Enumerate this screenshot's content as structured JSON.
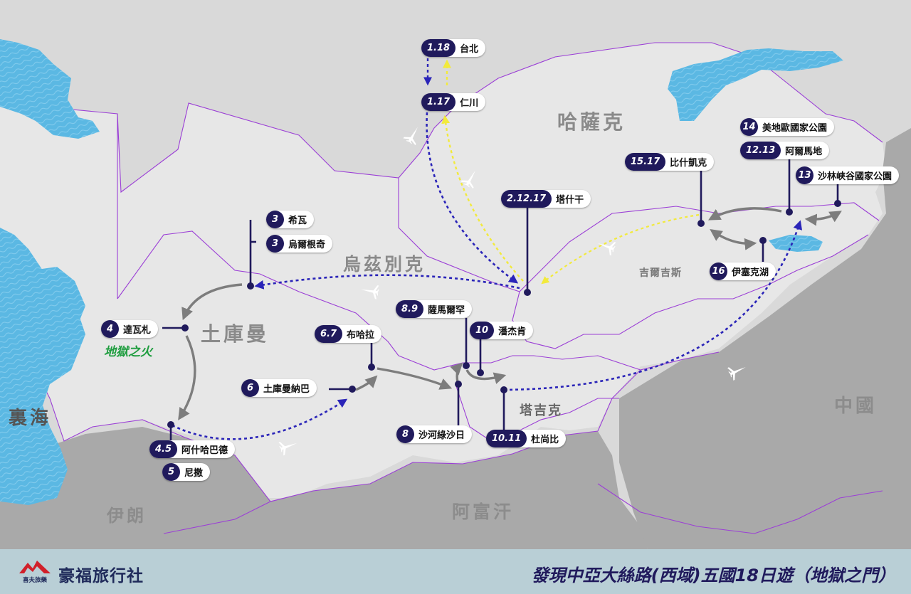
{
  "countries": {
    "kazakhstan": "哈薩克",
    "uzbekistan": "烏茲別克",
    "turkmenistan": "土庫曼",
    "kyrgyzstan": "吉爾吉斯",
    "tajikistan": "塔吉克",
    "china": "中國",
    "afghanistan": "阿富汗",
    "iran": "伊朗",
    "caspian": "裏海"
  },
  "stops": [
    {
      "day": "1.18",
      "name": "台北"
    },
    {
      "day": "1.17",
      "name": "仁川"
    },
    {
      "day": "2.12.17",
      "name": "塔什干"
    },
    {
      "day": "3",
      "name": "希瓦"
    },
    {
      "day": "3",
      "name": "烏爾根奇"
    },
    {
      "day": "4",
      "name": "達瓦札"
    },
    {
      "day": "4.5",
      "name": "阿什哈巴德"
    },
    {
      "day": "5",
      "name": "尼撒"
    },
    {
      "day": "6",
      "name": "土庫曼納巴"
    },
    {
      "day": "6.7",
      "name": "布哈拉"
    },
    {
      "day": "8.9",
      "name": "薩馬爾罕"
    },
    {
      "day": "8",
      "name": "沙河綠沙日"
    },
    {
      "day": "10",
      "name": "潘杰肯"
    },
    {
      "day": "10.11",
      "name": "杜尚比"
    },
    {
      "day": "14",
      "name": "美地歐國家公園"
    },
    {
      "day": "12.13",
      "name": "阿爾馬地"
    },
    {
      "day": "13",
      "name": "沙林峽谷國家公園"
    },
    {
      "day": "15.17",
      "name": "比什凱克"
    },
    {
      "day": "16",
      "name": "伊塞克湖"
    }
  ],
  "highlight": "地獄之火",
  "footer": {
    "logo_text": "喜夫旅樂",
    "agency": "豪福旅行社",
    "tour_title": "發現中亞大絲路(西域)五國18日遊（地獄之門）"
  },
  "colors": {
    "route_outbound": "#2a24b8",
    "route_return": "#f2ea3c",
    "ground_transfer": "#7d7d7d",
    "badge": "#201a5c",
    "highlight": "#1f9d3f"
  },
  "icons": [
    "airplane-icon",
    "agency-logo-icon"
  ]
}
